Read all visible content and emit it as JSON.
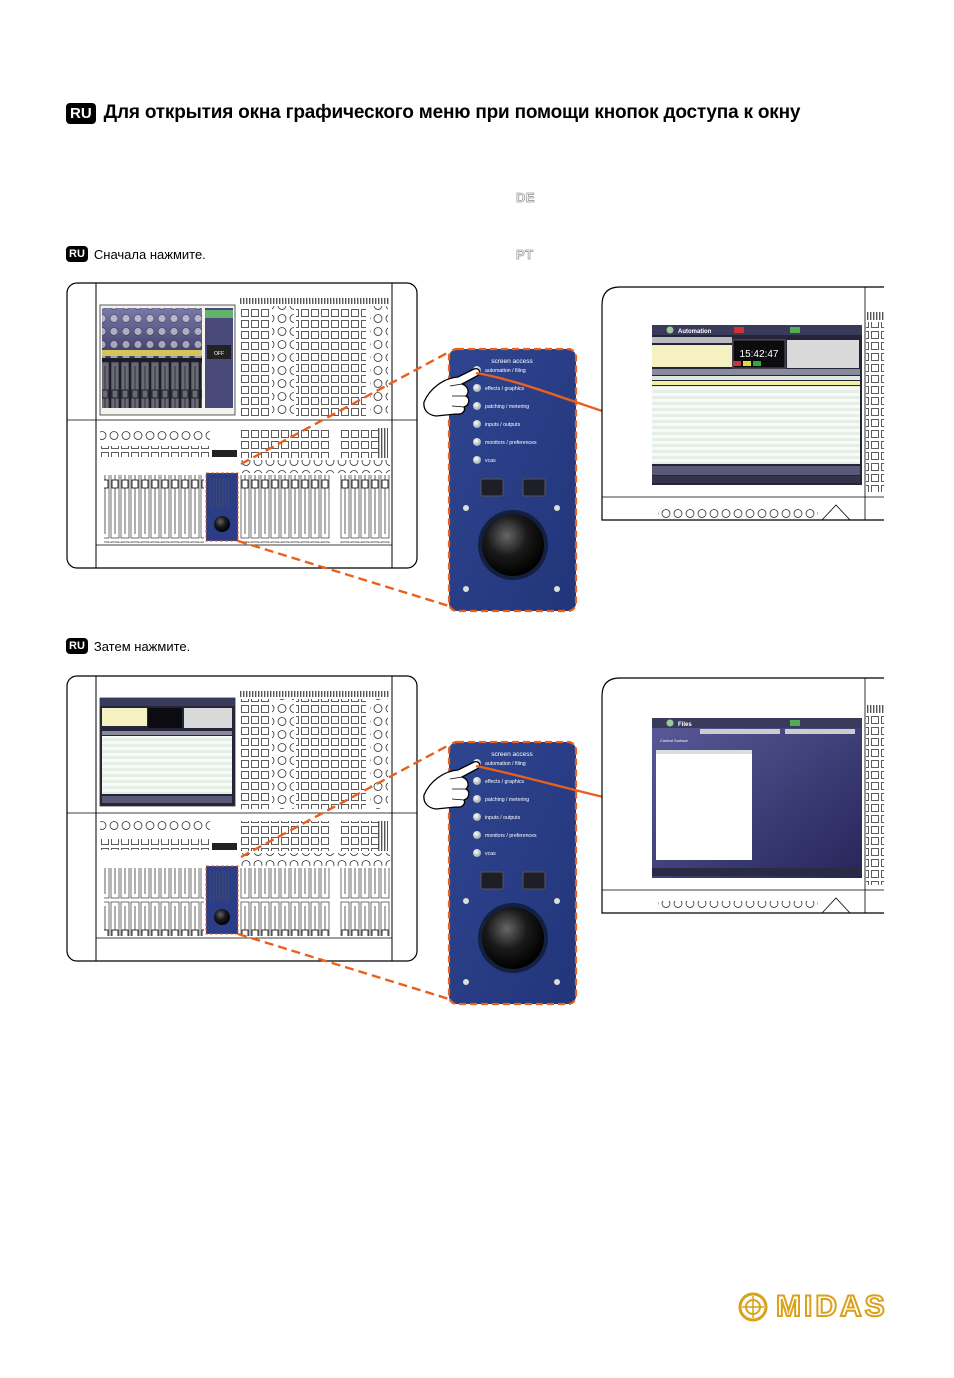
{
  "heading": {
    "badge": "RU",
    "text": "Для открытия окна графического меню при помощи кнопок доступа к окну"
  },
  "ghost_langs": [
    "DE",
    "PT"
  ],
  "step1": {
    "badge": "RU",
    "text": "Сначала нажмите."
  },
  "step2": {
    "badge": "RU",
    "text": "Затем нажмите."
  },
  "panel": {
    "title": "screen access",
    "buttons": [
      "automation / filing",
      "effects / graphics",
      "patching / metering",
      "inputs / outputs",
      "monitors / preferences",
      "vcas"
    ]
  },
  "screen1": {
    "window_title": "Automation",
    "clock": "15:42:47"
  },
  "screen2": {
    "window_title": "Files",
    "section": "Control Surface"
  },
  "console_screen": {
    "mode_label": "OFF"
  },
  "logo": {
    "text": "MIDAS"
  },
  "colors": {
    "panel_blue": "#2a3d86",
    "callout_orange": "#e8601c",
    "gui_purple": "#4a4a8a"
  }
}
